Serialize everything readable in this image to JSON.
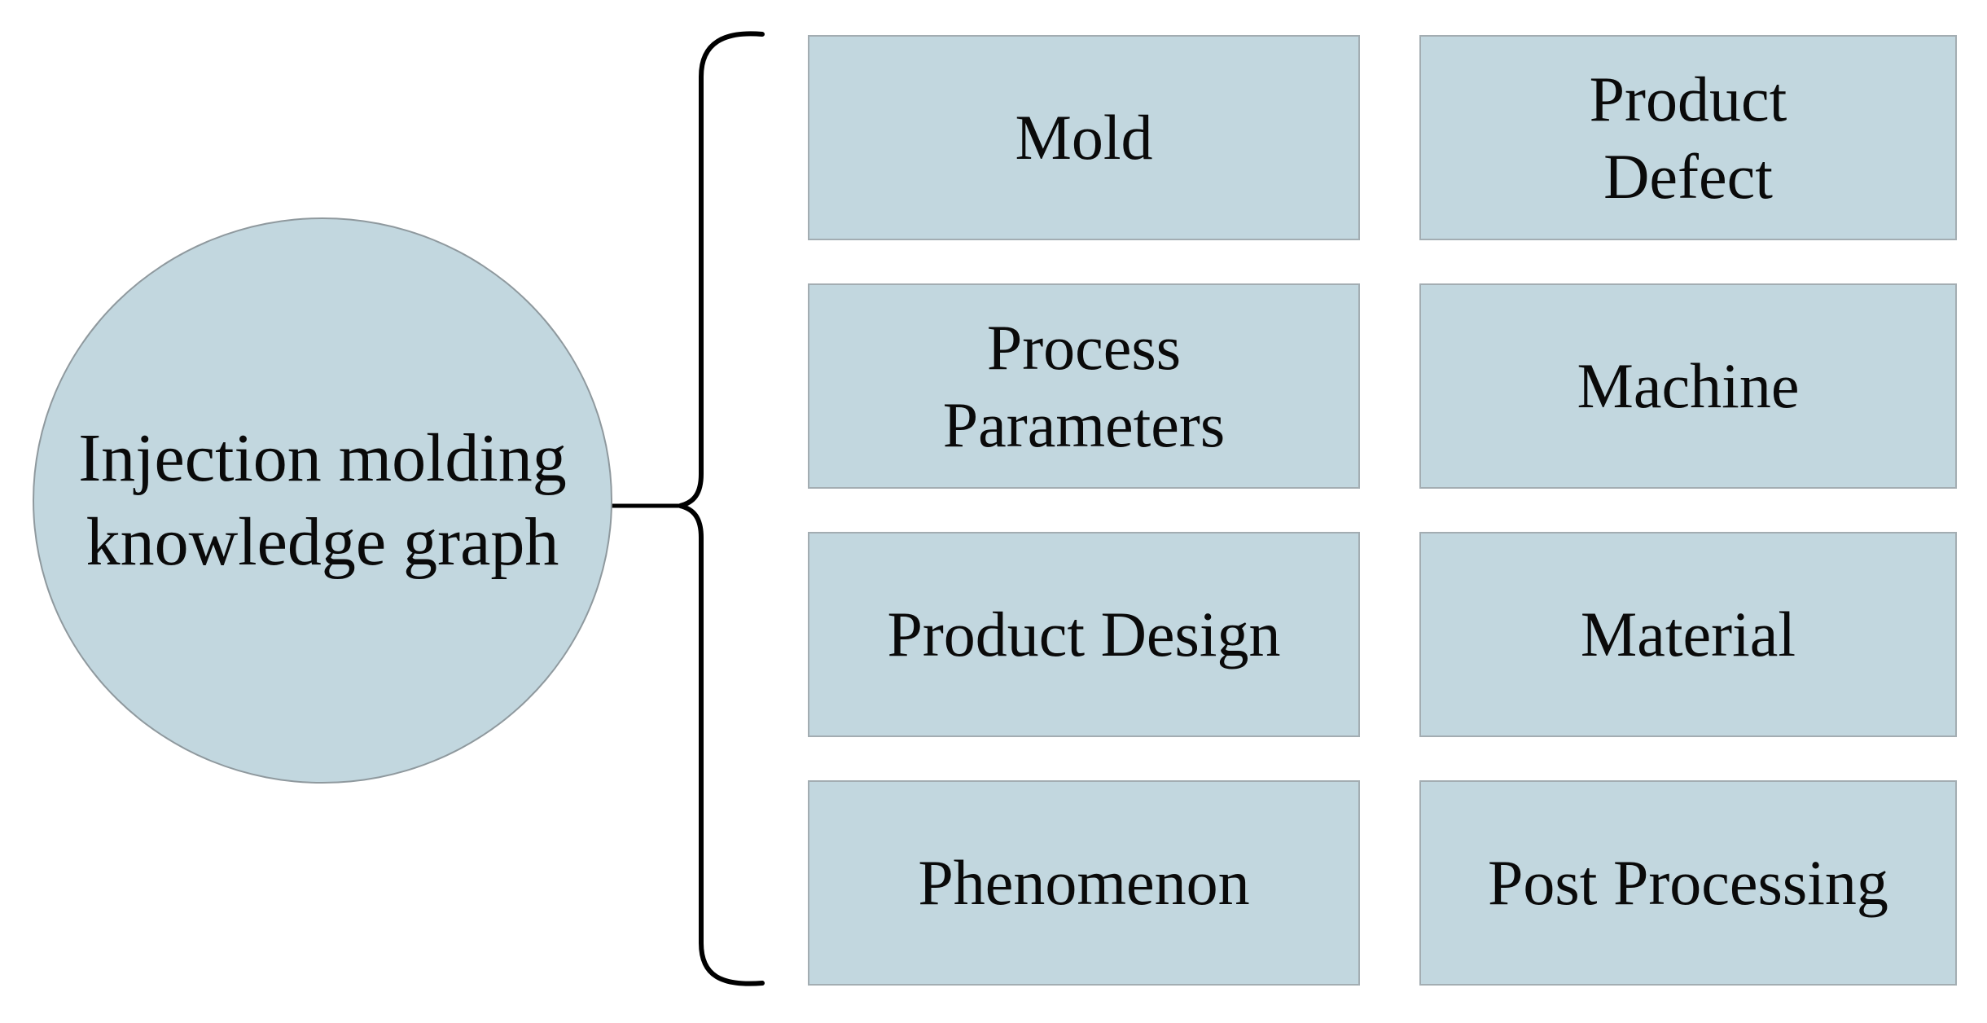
{
  "root": {
    "label": "Injection molding\nknowledge graph"
  },
  "categories": [
    {
      "id": "mold",
      "label": "Mold"
    },
    {
      "id": "product-defect",
      "label": "Product\nDefect"
    },
    {
      "id": "process-parameters",
      "label": "Process\nParameters"
    },
    {
      "id": "machine",
      "label": "Machine"
    },
    {
      "id": "product-design",
      "label": "Product Design"
    },
    {
      "id": "material",
      "label": "Material"
    },
    {
      "id": "phenomenon",
      "label": "Phenomenon"
    },
    {
      "id": "post-processing",
      "label": "Post Processing"
    }
  ],
  "colors": {
    "shape_fill": "#c2d7df",
    "box_border": "#a3adb2",
    "circle_border": "#8f999e",
    "line": "#000000",
    "text": "#0a0a0a",
    "background": "#ffffff"
  }
}
